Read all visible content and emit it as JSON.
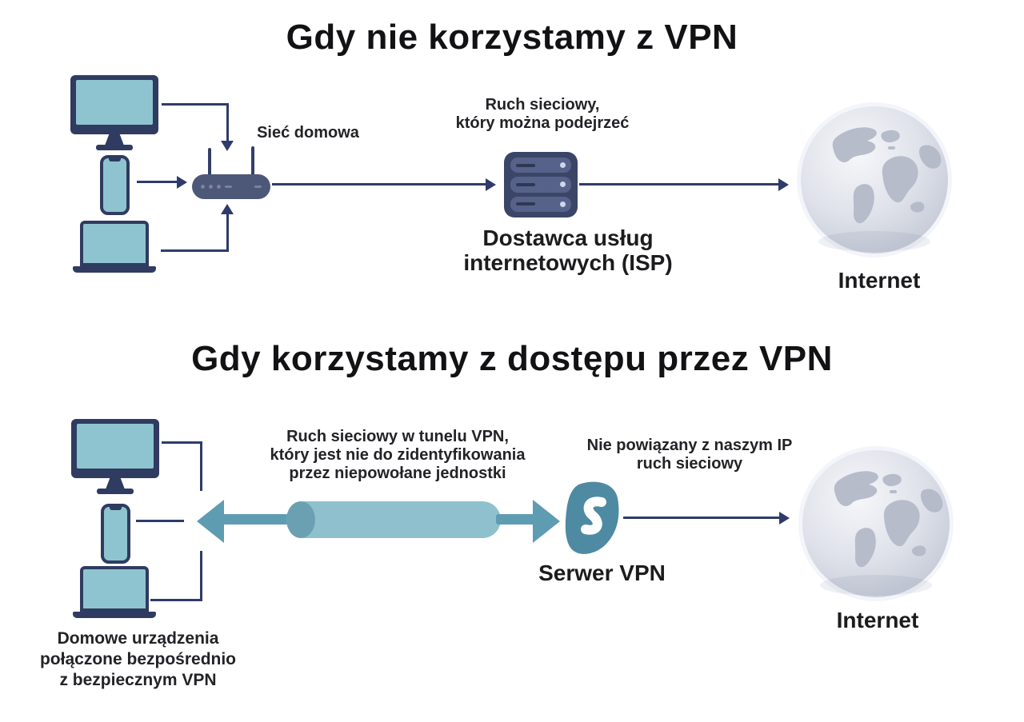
{
  "section1": {
    "title": "Gdy nie korzystamy z VPN",
    "home_network_label": "Sieć domowa",
    "sniffable_traffic_label": "Ruch sieciowy,\nktóry można podejrzeć",
    "isp_label": "Dostawca usług\ninternetowych (ISP)",
    "internet_label": "Internet"
  },
  "section2": {
    "title": "Gdy korzystamy z dostępu przez VPN",
    "tunnel_traffic_label": "Ruch sieciowy w tunelu VPN,\nktóry jest nie do zidentyfikowania\nprzez niepowołane jednostki",
    "unlinked_traffic_label": "Nie powiązany z naszym IP\nruch sieciowy",
    "vpn_server_label": "Serwer VPN",
    "internet_label": "Internet",
    "home_devices_label": "Domowe urządzenia\npołączone bezpośrednio\nz bezpiecznym VPN"
  },
  "colors": {
    "background": "#ffffff",
    "text": "#1c1c1f",
    "navy_line": "#2e3b6b",
    "device_frame": "#2f3b60",
    "device_screen": "#8ec4d0",
    "router_body": "#4d5878",
    "server_body": "#3a4568",
    "server_bar": "#57628a",
    "tunnel_body": "#8fc0cd",
    "tunnel_cap": "#6ba0b2",
    "tunnel_arrow": "#5e9cb2",
    "vpn_logo": "#4e8aa2",
    "globe_base": "#dfe2ea",
    "globe_land": "#b4bac8"
  },
  "icons": {
    "desktop-monitor-icon": "css monitor with stand",
    "smartphone-icon": "css rounded rect with notch",
    "laptop-icon": "css screen + base bar",
    "wifi-router-icon": "css pill with two antennas",
    "isp-server-icon": "css stacked server bars",
    "internet-globe-icon": "svg globe with continents",
    "vpn-server-logo-icon": "svg fin shape with white S curve",
    "vpn-tunnel-icon": "css cylinder with double teal arrows",
    "arrow-icon": "css triangle arrowhead"
  }
}
